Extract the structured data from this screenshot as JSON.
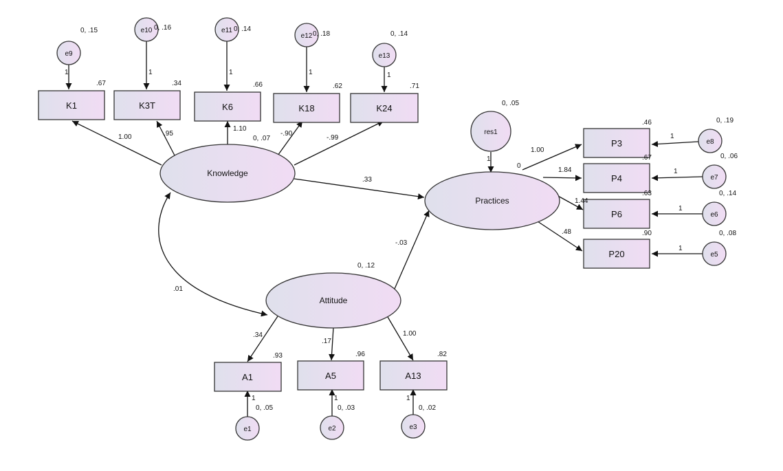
{
  "colors": {
    "node_fill_left": "#dfe0ec",
    "node_fill_right": "#f1dcf4",
    "stroke": "#333333",
    "background": "#ffffff"
  },
  "latents": {
    "knowledge": {
      "name": "Knowledge",
      "var": "0, .07"
    },
    "attitude": {
      "name": "Attitude",
      "var": "0, .12"
    },
    "practices": {
      "name": "Practices"
    }
  },
  "residual": {
    "name": "res1",
    "var": "0, .05",
    "path": "1"
  },
  "indicators": {
    "K1": {
      "name": "K1",
      "r2": ".67",
      "err": "e9",
      "err_var": "0, .15",
      "err_path": "1",
      "loading": "1.00"
    },
    "K3T": {
      "name": "K3T",
      "r2": ".34",
      "err": "e10",
      "err_var": "0, .16",
      "err_path": "1",
      "loading": ".95"
    },
    "K6": {
      "name": "K6",
      "r2": ".66",
      "err": "e11",
      "err_var": "0, .14",
      "err_path": "1",
      "loading": "1.10"
    },
    "K18": {
      "name": "K18",
      "r2": ".62",
      "err": "e12",
      "err_var": "0, .18",
      "err_path": "1",
      "loading": "-.90"
    },
    "K24": {
      "name": "K24",
      "r2": ".71",
      "err": "e13",
      "err_var": "0, .14",
      "err_path": "1",
      "loading": "-.99"
    },
    "P3": {
      "name": "P3",
      "r2": ".46",
      "err": "e8",
      "err_var": "0, .19",
      "err_path": "1",
      "loading": "1.00"
    },
    "P4": {
      "name": "P4",
      "r2": ".67",
      "err": "e7",
      "err_var": "0, .06",
      "err_path": "1",
      "loading": "1.84"
    },
    "P6": {
      "name": "P6",
      "r2": ".63",
      "err": "e6",
      "err_var": "0, .14",
      "err_path": "1",
      "loading": "1.44"
    },
    "P20": {
      "name": "P20",
      "r2": ".90",
      "err": "e5",
      "err_var": "0, .08",
      "err_path": "1",
      "loading": ".48"
    },
    "A1": {
      "name": "A1",
      "r2": ".93",
      "err": "e1",
      "err_var": "0, .05",
      "err_path": "1",
      "loading": ".34"
    },
    "A5": {
      "name": "A5",
      "r2": ".96",
      "err": "e2",
      "err_var": "0, .03",
      "err_path": "1",
      "loading": ".17"
    },
    "A13": {
      "name": "A13",
      "r2": ".82",
      "err": "e3",
      "err_var": "0, .02",
      "err_path": "1",
      "loading": "1.00"
    }
  },
  "structural": {
    "knowledge_to_practices": ".33",
    "attitude_to_practices": "-.03",
    "knowledge_attitude_cov": ".01",
    "practices_intercept": "0"
  }
}
